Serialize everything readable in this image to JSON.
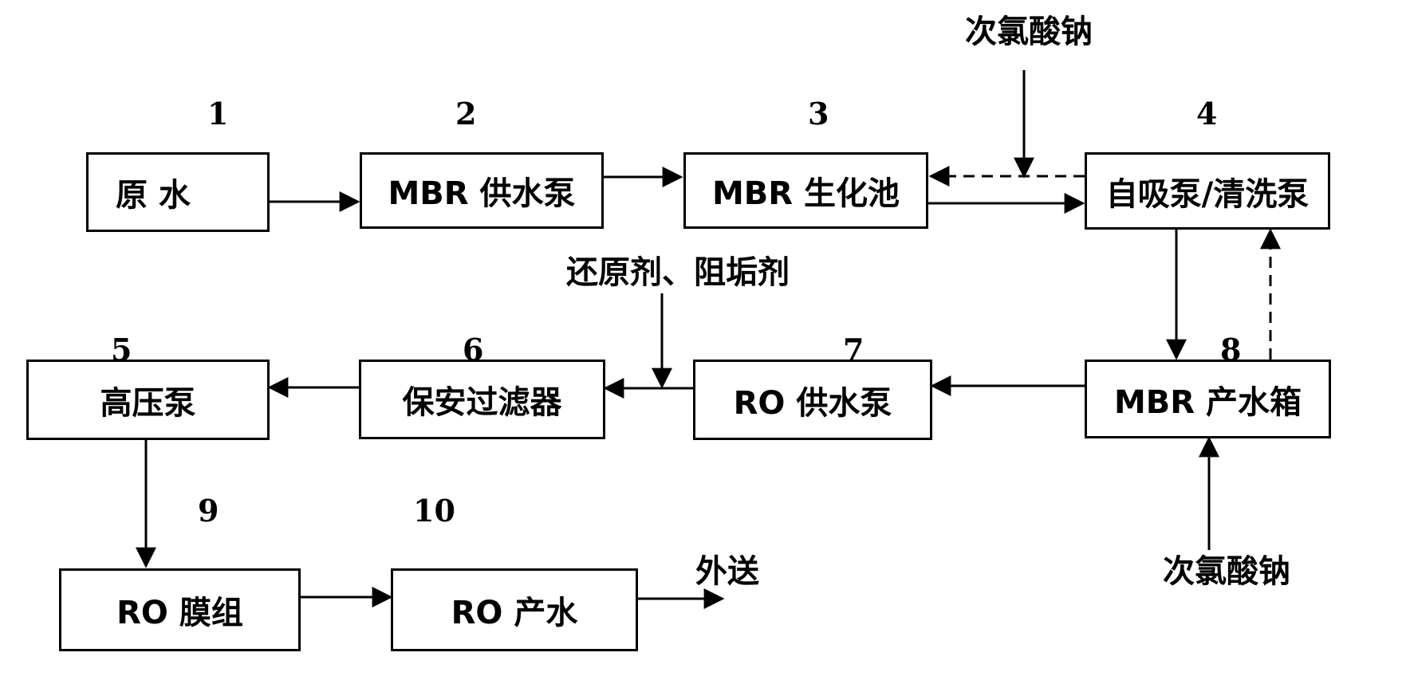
{
  "nodes": {
    "raw_water": {
      "number": "1",
      "label": "原 水"
    },
    "mbr_feed_pump": {
      "number": "2",
      "label": "MBR 供水泵"
    },
    "mbr_bio_tank": {
      "number": "3",
      "label": "MBR 生化池"
    },
    "self_prime_pump": {
      "number": "4",
      "label": "自吸泵/清洗泵"
    },
    "high_pressure_pump": {
      "number": "5",
      "label": "高压泵"
    },
    "security_filter": {
      "number": "6",
      "label": "保安过滤器"
    },
    "ro_feed_pump": {
      "number": "7",
      "label": "RO 供水泵"
    },
    "mbr_product_tank": {
      "number": "8",
      "label": "MBR 产水箱"
    },
    "ro_membrane": {
      "number": "9",
      "label": "RO 膜组"
    },
    "ro_product": {
      "number": "10",
      "label": "RO 产水"
    }
  },
  "annotations": {
    "sodium_hypochlorite_top": "次氯酸钠",
    "sodium_hypochlorite_bottom": "次氯酸钠",
    "reductant_antiscalant": "还原剂、阻垢剂",
    "export": "外送"
  },
  "colors": {
    "line": "#000000",
    "background": "#ffffff"
  }
}
